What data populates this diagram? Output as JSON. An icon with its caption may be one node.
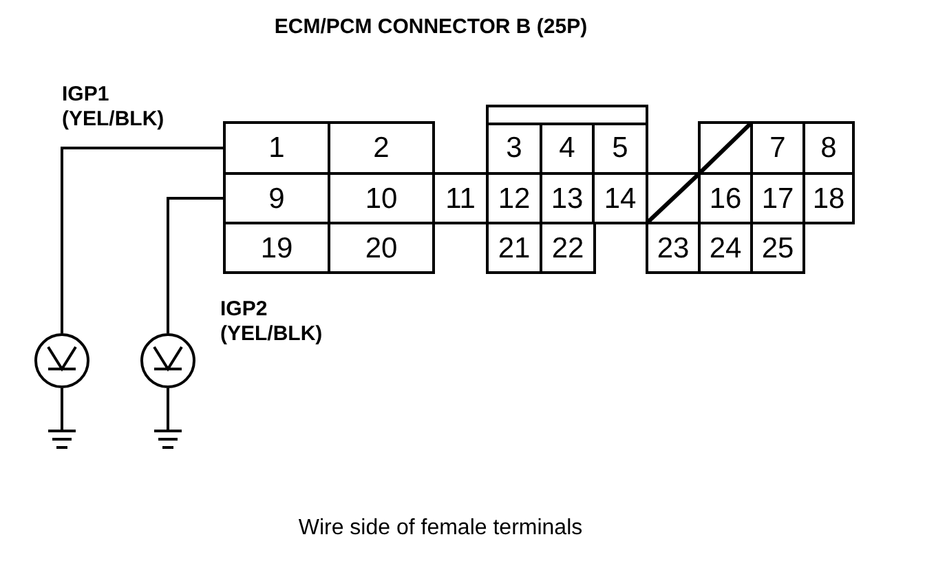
{
  "diagram": {
    "title": "ECM/PCM CONNECTOR B (25P)",
    "caption": "Wire side of female terminals",
    "nodes": [
      {
        "text": [
          "1"
        ]
      },
      {
        "text": [
          "2"
        ]
      },
      {
        "text": [
          "3"
        ]
      },
      {
        "text": [
          "4"
        ]
      },
      {
        "text": [
          "5"
        ]
      },
      {
        "text": [],
        "shape": "box"
      },
      {
        "text": [
          "7"
        ]
      },
      {
        "text": [
          "8"
        ]
      },
      {
        "text": [
          "9"
        ]
      },
      {
        "text": [
          "10"
        ]
      },
      {
        "text": [
          "11"
        ]
      },
      {
        "text": [
          "12"
        ]
      },
      {
        "text": [
          "13"
        ]
      },
      {
        "text": [
          "14"
        ]
      },
      {
        "text": [],
        "shape": "box"
      },
      {
        "text": [
          "16"
        ]
      },
      {
        "text": [
          "17"
        ]
      },
      {
        "text": [
          "18"
        ]
      },
      {
        "text": [
          "19"
        ]
      },
      {
        "text": [
          "20"
        ]
      },
      {
        "text": [
          "21"
        ]
      },
      {
        "text": [
          "22"
        ]
      },
      {
        "text": [
          "23"
        ]
      },
      {
        "text": [
          "24"
        ]
      },
      {
        "text": [
          "25"
        ]
      },
      {
        "text": [],
        "shape": "circle"
      },
      {
        "text": [],
        "shape": "circle",
        "beside": [
          "IGP2 (YEL/BLK)"
        ]
      },
      {
        "text": [],
        "shape": "bar"
      }
    ],
    "edges": [
      {
        "from": 25,
        "to": 0,
        "arrow": "none",
        "label": "IGP1 (YEL/BLK)"
      },
      {
        "from": 26,
        "to": 8,
        "arrow": "none"
      }
    ]
  }
}
